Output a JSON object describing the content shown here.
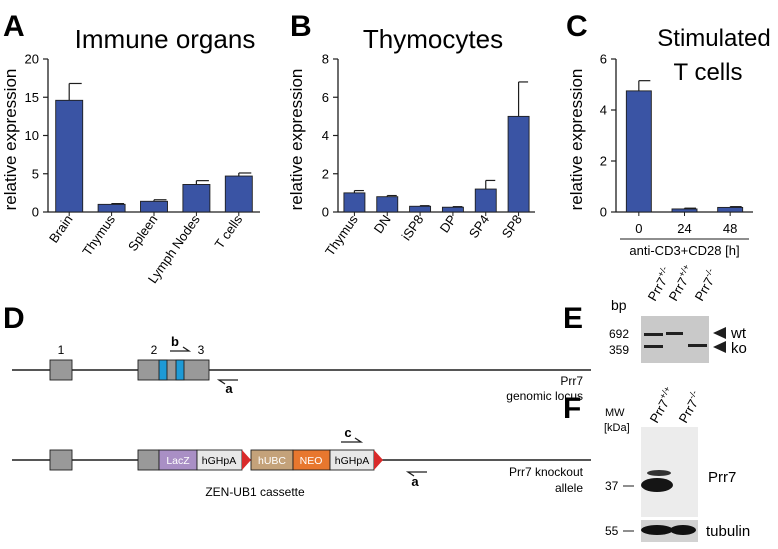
{
  "panels": {
    "A": {
      "letter": "A",
      "title": "Immune organs"
    },
    "B": {
      "letter": "B",
      "title": "Thymocytes"
    },
    "C": {
      "letter": "C",
      "title_lines": [
        "Stimulated",
        "T cells"
      ]
    },
    "D": {
      "letter": "D"
    },
    "E": {
      "letter": "E"
    },
    "F": {
      "letter": "F"
    }
  },
  "chart_data": [
    {
      "type": "bar",
      "panel": "A",
      "title": "Immune organs",
      "ylabel": "relative expression",
      "xlabel": "",
      "categories": [
        "Brain",
        "Thymus",
        "Spleen",
        "Lymph Nodes",
        "T cells"
      ],
      "values": [
        14.6,
        1.0,
        1.4,
        3.6,
        4.7
      ],
      "errors": [
        2.2,
        0.1,
        0.2,
        0.5,
        0.4
      ],
      "ylim": [
        0,
        20
      ],
      "yticks": [
        "0",
        "5",
        "10",
        "15",
        "20"
      ],
      "bar_color": "#3a54a4"
    },
    {
      "type": "bar",
      "panel": "B",
      "title": "Thymocytes",
      "ylabel": "relative expression",
      "xlabel": "",
      "categories": [
        "Thymus",
        "DN",
        "iSP8",
        "DP",
        "SP4",
        "SP8"
      ],
      "values": [
        1.0,
        0.8,
        0.3,
        0.25,
        1.2,
        5.0
      ],
      "errors": [
        0.12,
        0.06,
        0.03,
        0.03,
        0.45,
        1.8
      ],
      "ylim": [
        0,
        8
      ],
      "yticks": [
        "0",
        "2",
        "4",
        "6",
        "8"
      ],
      "bar_color": "#3a54a4"
    },
    {
      "type": "bar",
      "panel": "C",
      "title": "Stimulated T cells",
      "ylabel": "relative expression",
      "xlabel": "anti-CD3+CD28 [h]",
      "categories": [
        "0",
        "24",
        "48"
      ],
      "values": [
        4.75,
        0.12,
        0.18
      ],
      "errors": [
        0.4,
        0.03,
        0.03
      ],
      "ylim": [
        0,
        6
      ],
      "yticks": [
        "0",
        "2",
        "4",
        "6"
      ],
      "bar_color": "#3a54a4"
    }
  ],
  "diagram": {
    "locus": {
      "exon_labels": [
        "1",
        "2",
        "3"
      ],
      "primer_b": "b",
      "primer_a": "a",
      "label_lines": [
        "Prr7",
        "genomic locus"
      ]
    },
    "knockout": {
      "boxes": [
        "LacZ",
        "hGHpA",
        "hUBC",
        "NEO",
        "hGHpA"
      ],
      "primer_c": "c",
      "primer_a": "a",
      "cassette_label": "ZEN-UB1 cassette",
      "label_lines": [
        "Prr7 knockout",
        "allele"
      ]
    },
    "colors": {
      "exon": "#999999",
      "blue": "#1e9ad6",
      "lacz": "#a98fc5",
      "hubc": "#c4a27a",
      "neo": "#e8772e",
      "triangle": "#d92a2a",
      "hghpa": "#e8e8e8"
    }
  },
  "gel_e": {
    "bp_label": "bp",
    "sizes": [
      "692",
      "359"
    ],
    "lanes": [
      {
        "base": "Prr7",
        "sup": "+/-"
      },
      {
        "base": "Prr7",
        "sup": "+/+"
      },
      {
        "base": "Prr7",
        "sup": "-/-"
      }
    ],
    "band_labels": [
      "wt",
      "ko"
    ]
  },
  "blot_f": {
    "mw_lines": [
      "MW",
      "[kDa]"
    ],
    "lanes": [
      {
        "base": "Prr7",
        "sup": "+/+"
      },
      {
        "base": "Prr7",
        "sup": "-/-"
      }
    ],
    "markers": [
      "37",
      "55"
    ],
    "bands": [
      "Prr7",
      "tubulin"
    ]
  }
}
